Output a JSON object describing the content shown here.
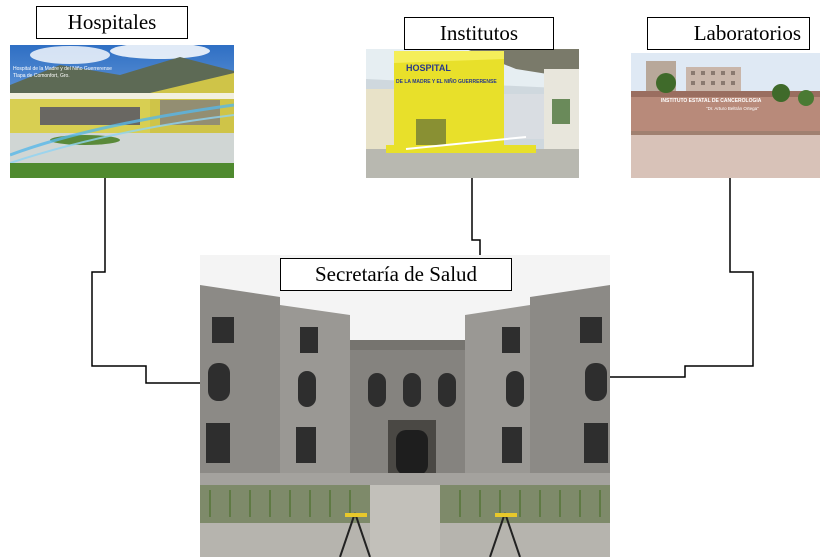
{
  "labels": {
    "hospitales": "Hospitales",
    "institutos": "Institutos",
    "laboratorios": "Laboratorios",
    "secretaria": "Secretaría de Salud"
  },
  "photo_text": {
    "hospital_caption_1": "Hospital de la Madre y del Niño Guerrerense",
    "hospital_caption_2": "Tlapa de Comonfort, Gro.",
    "instituto_sign_1": "HOSPITAL",
    "instituto_sign_2": "DE LA MADRE Y EL NIÑO GUERRERENSE",
    "laboratorio_sign_1": "INSTITUTO ESTATAL DE CANCEROLOGIA",
    "laboratorio_sign_2": "\"Dr. Arturo Beltrán Ortega\""
  },
  "colors": {
    "connector": "#000000",
    "label_border": "#000000",
    "hospital_facade": "#d8cf52",
    "instituto_facade": "#e8e02a",
    "laboratorio_facade": "#b88a7a",
    "secretaria_stone": "#8c8a86"
  }
}
